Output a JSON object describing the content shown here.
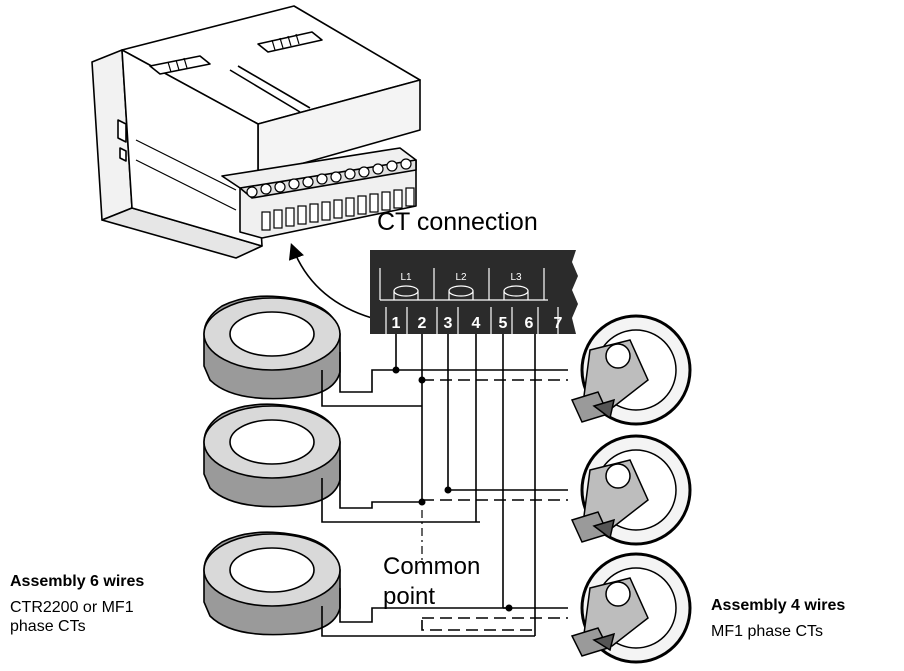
{
  "title": "CT connection",
  "phases": [
    "L1",
    "L2",
    "L3"
  ],
  "terminals": [
    "1",
    "2",
    "3",
    "4",
    "5",
    "6",
    "7"
  ],
  "common_point": {
    "line1": "Common",
    "line2": "point"
  },
  "assembly_6_wires": {
    "title": "Assembly 6 wires",
    "line1": "CTR2200 or MF1",
    "line2": "phase CTs"
  },
  "assembly_4_wires": {
    "title": "Assembly 4 wires",
    "line1": "MF1 phase CTs"
  },
  "colors": {
    "block": "#2b2b2b",
    "terminal_text": "#ffffff",
    "ct_face": "#d9d9d9",
    "ct_side": "#9a9a9a"
  }
}
